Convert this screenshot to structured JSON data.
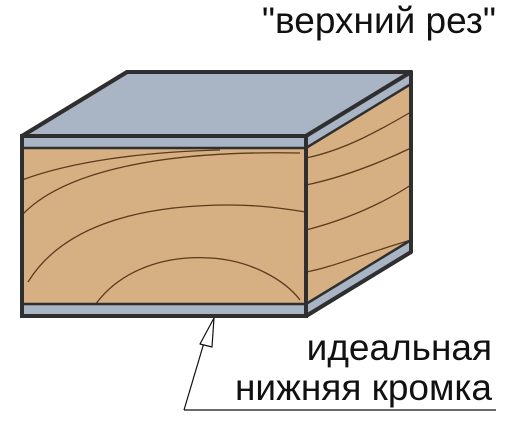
{
  "labels": {
    "top_cut": "\"верхний рез\"",
    "bottom_edge_line1": "идеальная",
    "bottom_edge_line2": "нижняя кромка"
  },
  "colors": {
    "wood": "#d6b083",
    "laminate": "#a9b4c4",
    "outline": "#2f2f2f",
    "grain": "#5a3b1e"
  }
}
